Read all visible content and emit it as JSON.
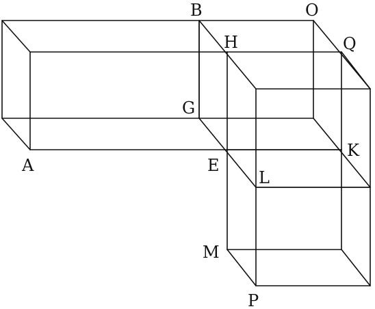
{
  "labels": {
    "A": "A",
    "B": "B",
    "O": "O",
    "H": "H",
    "Q": "Q",
    "G": "G",
    "K": "K",
    "E": "E",
    "L": "L",
    "M": "M",
    "P": "P"
  },
  "colors": {
    "stroke": "#111111",
    "background": "#ffffff"
  }
}
